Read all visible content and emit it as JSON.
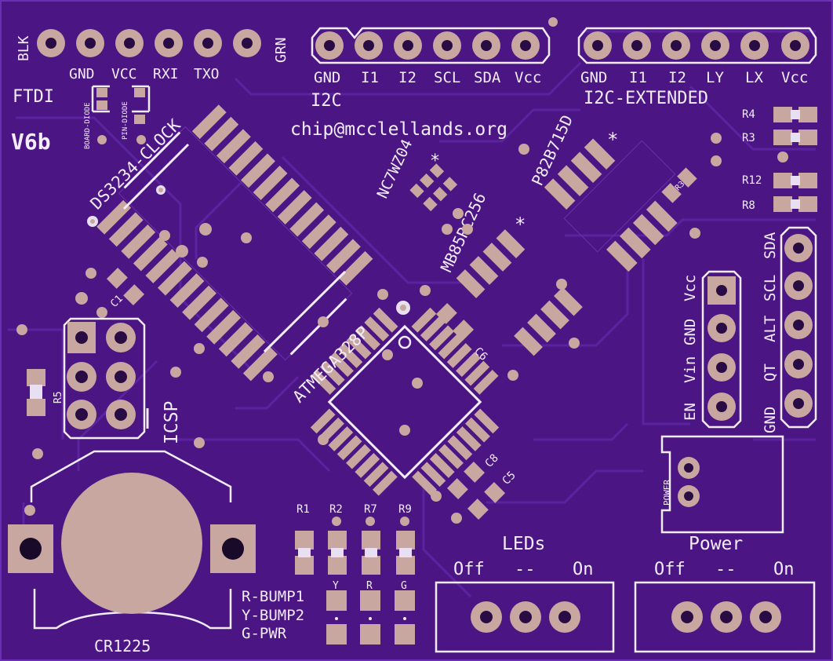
{
  "board": {
    "bg": "#4b1684",
    "copper": "#c8a7a0",
    "silk": "#f2ecfb"
  },
  "ftdi": {
    "pins": [
      "BLK",
      "GND",
      "VCC",
      "RXI",
      "TXO",
      "GRN"
    ],
    "title": "FTDI",
    "version": "V6b",
    "board_diode": "BOARD-DIODE",
    "pin_diode": "PIN-DIODE"
  },
  "i2c": {
    "pins": [
      "GND",
      "I1",
      "I2",
      "SCL",
      "SDA",
      "Vcc"
    ],
    "title": "I2C"
  },
  "i2c_ext": {
    "pins": [
      "GND",
      "I1",
      "I2",
      "LY",
      "LX",
      "Vcc"
    ],
    "title": "I2C-EXTENDED"
  },
  "email": "chip@mcclellands.org",
  "chips": {
    "clock": "DS3234-CLOCK",
    "nc7": "NC7WZ04",
    "p82": "P82B715D",
    "mb85": "MB85RC256",
    "mcu": "ATMEGA328P"
  },
  "resistors": {
    "r4": "R4",
    "r3": "R3",
    "r12": "R12",
    "r8": "R8",
    "r5": "R5",
    "r1": "R1",
    "r2": "R2",
    "r7": "R7",
    "r9": "R9",
    "r3b": "R3"
  },
  "caps": {
    "c1": "C1",
    "c6": "C6",
    "c8": "C8",
    "c5": "C5"
  },
  "left_header": {
    "pins": [
      "Vcc",
      "GND",
      "Vin",
      "EN"
    ]
  },
  "right_header": {
    "pins": [
      "SDA",
      "SCL",
      "ALT",
      "QT",
      "GND"
    ]
  },
  "icsp": "ICSP",
  "battery": "CR1225",
  "power_conn": "POWER",
  "leds": {
    "title": "LEDs",
    "off": "Off",
    "mid": "--",
    "on": "On",
    "y": "Y",
    "r": "R",
    "g": "G",
    "legend": [
      "R-BUMP1",
      "Y-BUMP2",
      "G-PWR"
    ]
  },
  "power": {
    "title": "Power",
    "off": "Off",
    "mid": "--",
    "on": "On"
  }
}
